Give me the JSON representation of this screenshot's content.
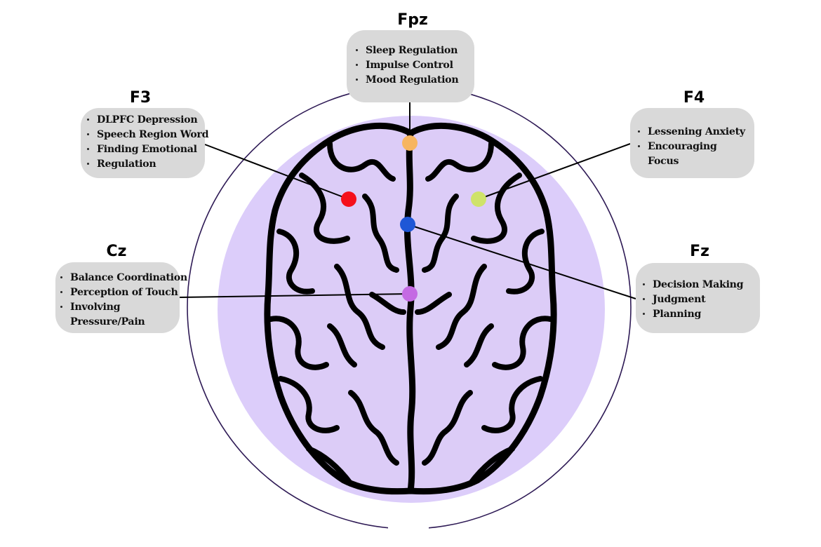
{
  "colors": {
    "background": "#ffffff",
    "outer_ring": "#2e1a55",
    "inner_disc": "#dccdfa",
    "brain_fill": "#dcccf7",
    "brain_outline": "#000000",
    "box_fill": "#d9d9d9",
    "connector": "#000000"
  },
  "electrodes": [
    {
      "id": "fpz",
      "label": "Fpz",
      "dot_color": "#f7b560",
      "dot_name": "fpz-electrode-dot",
      "items": [
        {
          "text": "Sleep Regulation"
        },
        {
          "text": "Impulse Control"
        },
        {
          "text": "Mood Regulation"
        }
      ]
    },
    {
      "id": "f3",
      "label": "F3",
      "dot_color": "#f5101b",
      "dot_name": "f3-electrode-dot",
      "items": [
        {
          "text": "DLPFC Depression"
        },
        {
          "text": "Speech Region Word"
        },
        {
          "text": "Finding Emotional"
        },
        {
          "text": "Regulation"
        }
      ]
    },
    {
      "id": "f4",
      "label": "F4",
      "dot_color": "#cfe36a",
      "dot_name": "f4-electrode-dot",
      "items": [
        {
          "text": "Lessening Anxiety"
        },
        {
          "text": "Encouraging"
        },
        {
          "text": "Focus",
          "cont": true
        }
      ]
    },
    {
      "id": "cz",
      "label": "Cz",
      "dot_color": "#c46ae3",
      "dot_name": "cz-electrode-dot",
      "items": [
        {
          "text": "Balance Coordination"
        },
        {
          "text": "Perception of Touch"
        },
        {
          "text": "Involving"
        },
        {
          "text": "Pressure/Pain",
          "cont": true
        }
      ]
    },
    {
      "id": "fz",
      "label": "Fz",
      "dot_color": "#1f57d6",
      "dot_name": "fz-electrode-dot",
      "items": [
        {
          "text": "Decision Making"
        },
        {
          "text": "Judgment"
        },
        {
          "text": "Planning"
        }
      ]
    }
  ]
}
